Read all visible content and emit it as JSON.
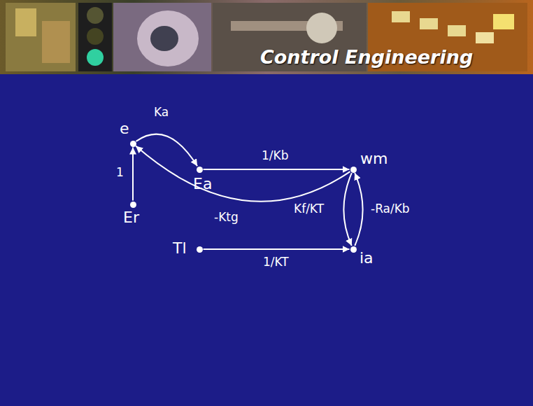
{
  "diagram": {
    "nodes": [
      {
        "text": [
          "e"
        ]
      },
      {
        "text": [
          "Ea"
        ]
      },
      {
        "text": [
          "wm"
        ]
      },
      {
        "text": [
          "Er"
        ]
      },
      {
        "text": [
          "Tl"
        ]
      },
      {
        "text": [
          "ia"
        ]
      }
    ],
    "edges": [
      {
        "from": 3,
        "to": 0,
        "label": "1",
        "arrow": "to"
      },
      {
        "from": 0,
        "to": 1,
        "label": "Ka",
        "arrow": "to"
      },
      {
        "from": 1,
        "to": 2,
        "label": "1/Kb",
        "arrow": "to"
      },
      {
        "from": 2,
        "to": 0,
        "label": "-Ktg",
        "arrow": "to"
      },
      {
        "from": 4,
        "to": 5,
        "label": "1/KT",
        "arrow": "to"
      },
      {
        "from": 2,
        "to": 5,
        "label": "Kf/KT",
        "arrow": "to"
      },
      {
        "from": 5,
        "to": 2,
        "label": "-Ra/Kb",
        "arrow": "to"
      }
    ],
    "labels": [
      "Control Engineering"
    ]
  }
}
